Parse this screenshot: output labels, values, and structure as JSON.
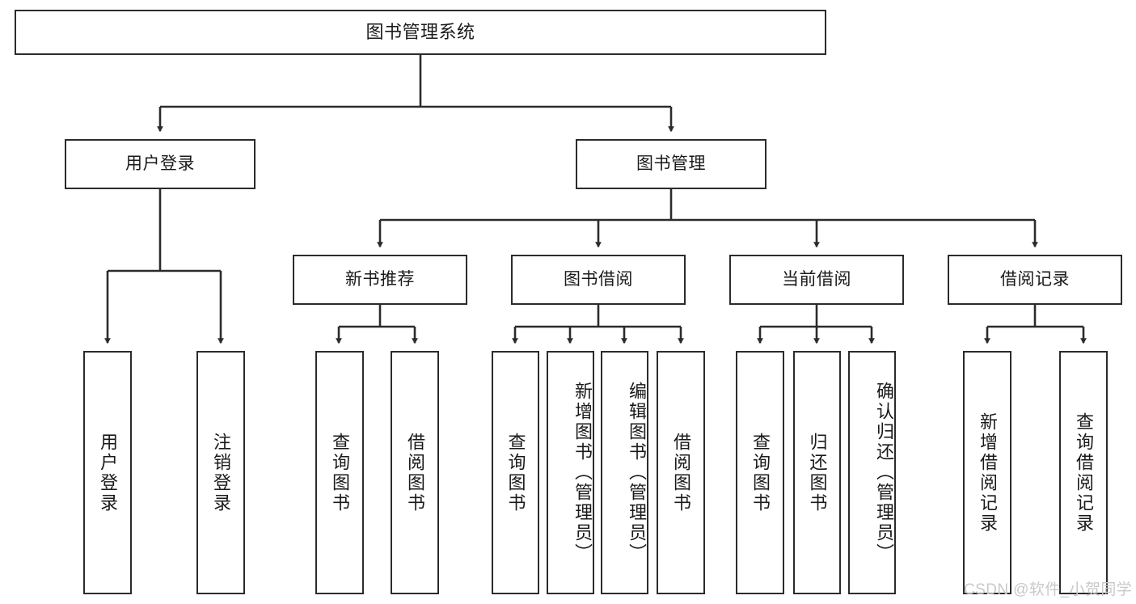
{
  "diagram": {
    "type": "tree-hierarchy",
    "title": "图书管理系统",
    "watermark": "CSDN @软件_小贺同学",
    "colors": {
      "stroke": "#2b2b2b",
      "fill": "#ffffff",
      "text": "#1a1a1a",
      "watermark": "#c9c9c9"
    },
    "nodes": {
      "root": {
        "label": "图书管理系统"
      },
      "level2": [
        {
          "id": "user-login",
          "label": "用户登录"
        },
        {
          "id": "book-manage",
          "label": "图书管理"
        }
      ],
      "level3": [
        {
          "id": "new-book-recommend",
          "label": "新书推荐"
        },
        {
          "id": "book-borrow",
          "label": "图书借阅"
        },
        {
          "id": "current-borrow",
          "label": "当前借阅"
        },
        {
          "id": "borrow-record",
          "label": "借阅记录"
        }
      ],
      "leaves": {
        "user-login": [
          {
            "id": "leaf-user-login",
            "label": "用户登录"
          },
          {
            "id": "leaf-logout-login",
            "label": "注销登录"
          }
        ],
        "new-book-recommend": [
          {
            "id": "leaf-query-book-1",
            "label": "查询图书"
          },
          {
            "id": "leaf-borrow-book-1",
            "label": "借阅图书"
          }
        ],
        "book-borrow": [
          {
            "id": "leaf-query-book-2",
            "label": "查询图书"
          },
          {
            "id": "leaf-add-book",
            "label": "新增图书（管理员）"
          },
          {
            "id": "leaf-edit-book",
            "label": "编辑图书（管理员）"
          },
          {
            "id": "leaf-borrow-book-2",
            "label": "借阅图书"
          }
        ],
        "current-borrow": [
          {
            "id": "leaf-query-book-3",
            "label": "查询图书"
          },
          {
            "id": "leaf-return-book",
            "label": "归还图书"
          },
          {
            "id": "leaf-confirm-return",
            "label": "确认归还（管理员）"
          }
        ],
        "borrow-record": [
          {
            "id": "leaf-add-record",
            "label": "新增借阅记录"
          },
          {
            "id": "leaf-query-record",
            "label": "查询借阅记录"
          }
        ]
      }
    }
  }
}
